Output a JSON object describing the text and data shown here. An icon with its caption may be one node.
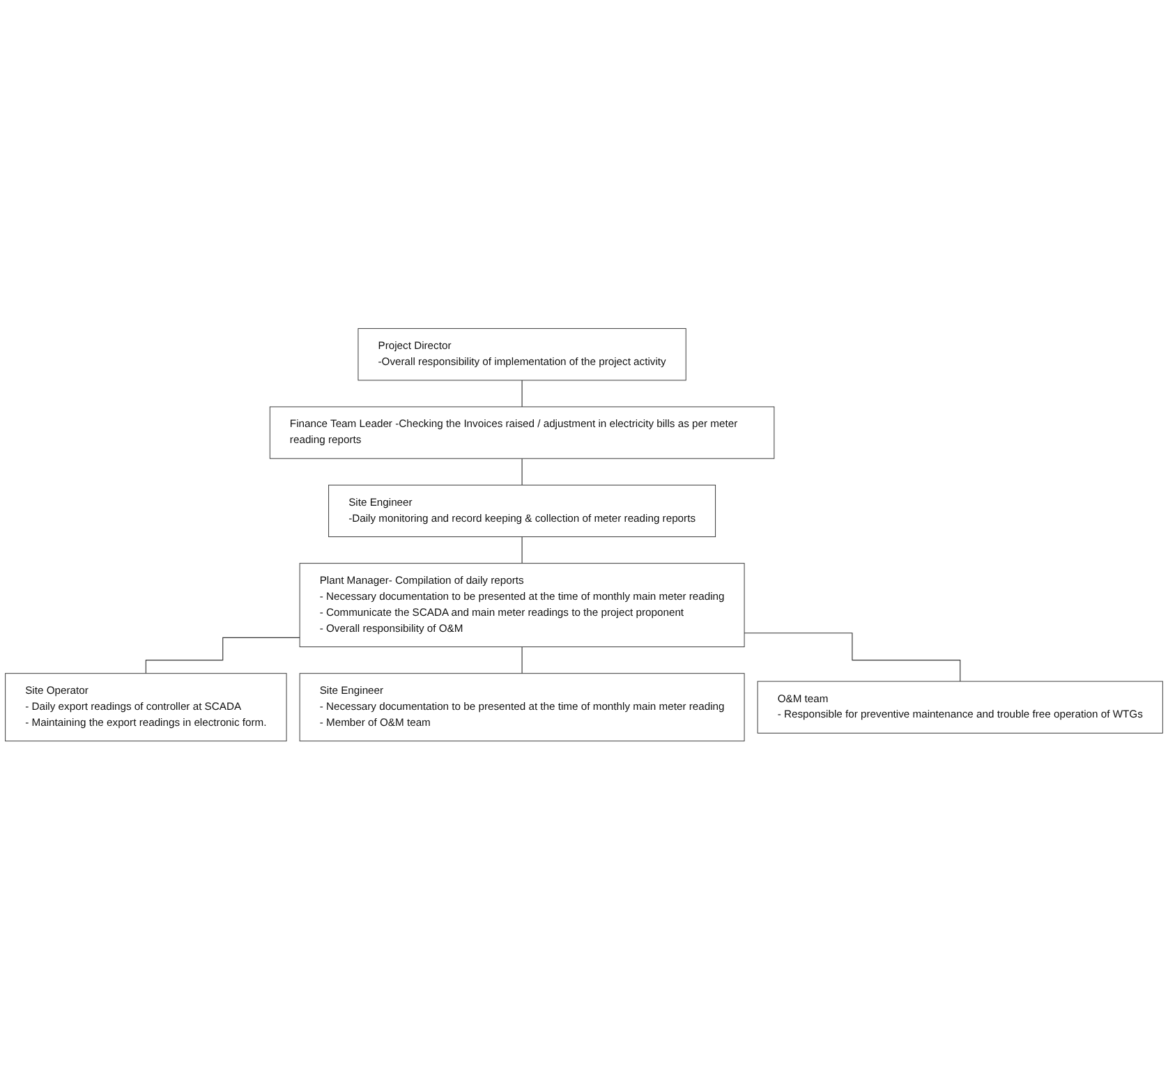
{
  "diagram": {
    "nodes": [
      {
        "text": [
          "Project Director",
          "-Overall responsibility of implementation of the project activity"
        ]
      },
      {
        "text": [
          "Finance Team Leader -Checking the Invoices raised / adjustment in electricity bills as per meter reading reports"
        ]
      },
      {
        "text": [
          "Site Engineer",
          "-Daily monitoring and record keeping & collection of meter reading reports"
        ]
      },
      {
        "text": [
          "Plant Manager- Compilation of daily reports",
          "- Necessary documentation to be presented at the time of monthly main meter reading",
          "- Communicate the SCADA and main meter readings to the project proponent",
          "- Overall responsibility of O&M"
        ]
      },
      {
        "text": [
          "Site Operator",
          "- Daily export readings of controller at SCADA",
          "- Maintaining the export readings in electronic form."
        ]
      },
      {
        "text": [
          "Site Engineer",
          "- Necessary documentation to be presented at the time of monthly main meter reading",
          "- Member of O&M team"
        ]
      },
      {
        "text": [
          "O&M team",
          "- Responsible for preventive maintenance and trouble free operation of WTGs"
        ]
      }
    ],
    "edges": [
      {
        "from": 0,
        "to": 1,
        "arrow": "none"
      },
      {
        "from": 1,
        "to": 2,
        "arrow": "none"
      },
      {
        "from": 2,
        "to": 3,
        "arrow": "none"
      },
      {
        "from": 3,
        "to": 4,
        "arrow": "none"
      },
      {
        "from": 3,
        "to": 5,
        "arrow": "none"
      },
      {
        "from": 3,
        "to": 6,
        "arrow": "none"
      }
    ]
  }
}
